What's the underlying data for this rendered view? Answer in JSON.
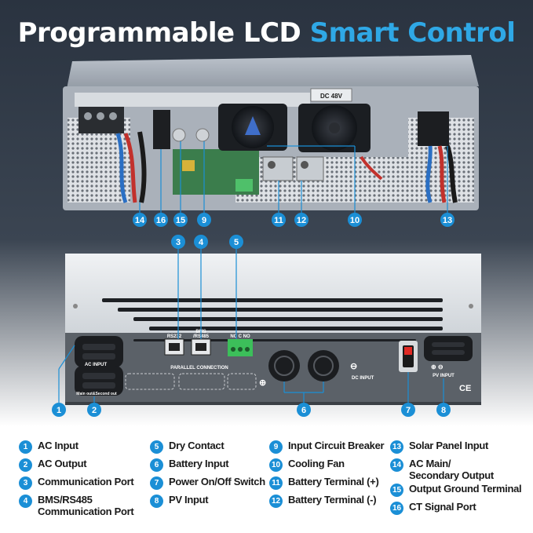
{
  "headline": {
    "part1": "Programmable LCD ",
    "part2": "Smart Control"
  },
  "panel_labels": {
    "dc48v": "DC 48V",
    "rs232": "RS232",
    "bms": "BMS",
    "rs485": "/RS485",
    "nc_c_no": "NC  C  NO",
    "parallel": "PARALLEL CONNECTION",
    "ac_input": "AC INPUT",
    "main_out": "Main out&Second out",
    "dc_input": "DC INPUT",
    "pv_input": "PV INPUT",
    "ce": "CE"
  },
  "callouts": [
    "1",
    "2",
    "3",
    "4",
    "5",
    "6",
    "7",
    "8",
    "9",
    "10",
    "11",
    "12",
    "13",
    "14",
    "15",
    "16"
  ],
  "legend": [
    {
      "num": "1",
      "text": "AC Input"
    },
    {
      "num": "2",
      "text": "AC Output"
    },
    {
      "num": "3",
      "text": "Communication Port"
    },
    {
      "num": "4",
      "text": "BMS/RS485\nCommunication Port"
    },
    {
      "num": "5",
      "text": "Dry Contact"
    },
    {
      "num": "6",
      "text": "Battery Input"
    },
    {
      "num": "7",
      "text": "Power On/Off Switch"
    },
    {
      "num": "8",
      "text": "PV Input"
    },
    {
      "num": "9",
      "text": "Input Circuit Breaker"
    },
    {
      "num": "10",
      "text": "Cooling Fan"
    },
    {
      "num": "11",
      "text": "Battery Terminal (+)"
    },
    {
      "num": "12",
      "text": "Battery Terminal (-)"
    },
    {
      "num": "13",
      "text": "Solar Panel Input"
    },
    {
      "num": "14",
      "text": "AC Main/\nSecondary Output"
    },
    {
      "num": "15",
      "text": "Output Ground Terminal"
    },
    {
      "num": "16",
      "text": "CT Signal Port"
    }
  ],
  "colors": {
    "accent": "#2fa8e6",
    "callout": "#1b8fd6",
    "panel": "#5b6168"
  }
}
